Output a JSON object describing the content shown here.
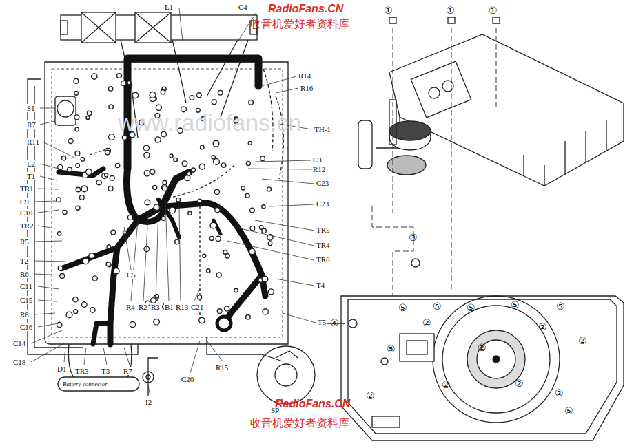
{
  "diagram": {
    "labels": [
      "RadioFans.CN",
      "收音机爱好者资料库",
      "www.radiofans.cn",
      "L1",
      "C4",
      "R14",
      "R16",
      "TH-1",
      "S1",
      "R7",
      "R11",
      "L2",
      "T1",
      "TR1",
      "C9",
      "C10",
      "TR2",
      "R5",
      "T2",
      "R6",
      "C11",
      "C15",
      "R8",
      "C16",
      "C14",
      "C18",
      "D1",
      "TR3",
      "T3",
      "R7",
      "Battery connector",
      "I2",
      "C20",
      "R15",
      "SP",
      "T5",
      "T4",
      "TR6",
      "TR4",
      "TR5",
      "C23",
      "C23",
      "R12",
      "C3",
      "C5",
      "R4",
      "R2",
      "R3",
      "B1",
      "R13",
      "C21",
      "①",
      "①",
      "①",
      "③",
      "④",
      "⑤",
      "⑤",
      "⑤",
      "⑤",
      "⑤",
      "⑤",
      "⑤",
      "②",
      "②",
      "②",
      "②",
      "②",
      "②",
      "②",
      "②",
      "RadioFans.CN",
      "收音机爱好者资料库"
    ]
  }
}
